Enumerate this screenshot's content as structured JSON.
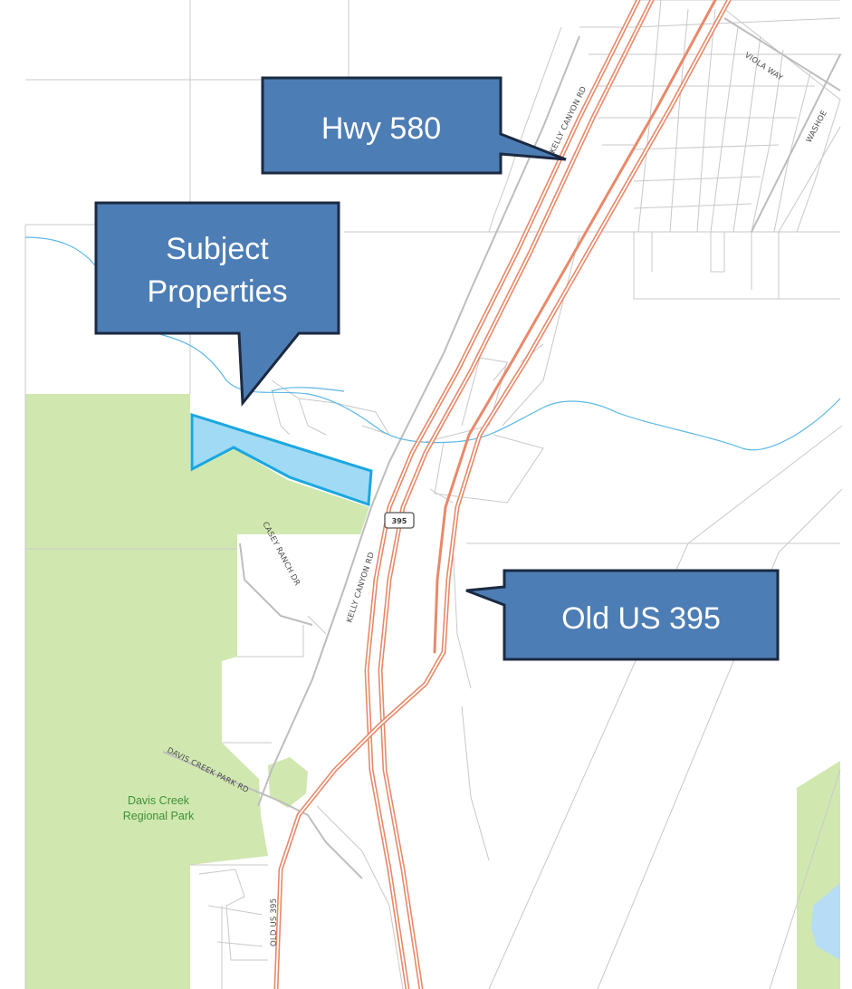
{
  "callouts": {
    "hwy580": "Hwy 580",
    "subject_line1": "Subject",
    "subject_line2": "Properties",
    "old395": "Old US 395"
  },
  "roads": {
    "kelly_canyon_north": "KELLY CANYON RD",
    "kelly_canyon_south": "KELLY CANYON RD",
    "viola_way": "VIOLA WAY",
    "washoe": "WASHOE",
    "casey_ranch": "CASEY RANCH DR",
    "davis_creek_park": "DAVIS CREEK PARK RD",
    "old_us_395": "OLD US 395"
  },
  "shield": {
    "number": "395"
  },
  "park": {
    "line1": "Davis Creek",
    "line2": "Regional Park"
  },
  "colors": {
    "park": "#d0e8b0",
    "highway": "#e8896a",
    "subject_fill": "#8fd4f2",
    "subject_stroke": "#1aa7e0",
    "creek": "#5bb8e6",
    "callout_fill": "#4d7db5",
    "callout_border": "#1b2a41",
    "parcel_lines": "#c8c8c8",
    "water": "#b7dcf5"
  }
}
